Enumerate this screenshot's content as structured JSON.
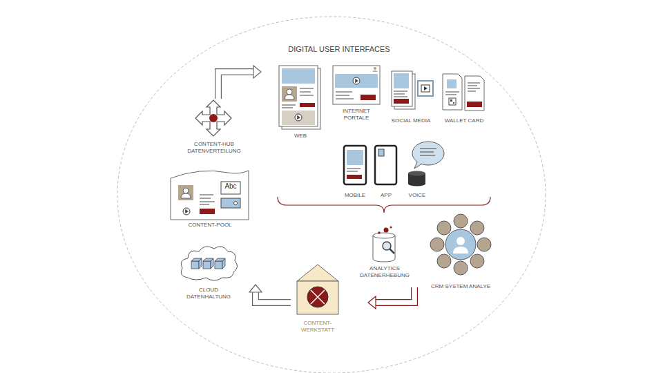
{
  "diagram": {
    "title": "DIGITAL USER INTERFACES",
    "nodes": [
      {
        "text": [
          "CONTENT-HUB DATENVERTEILUNG"
        ]
      },
      {
        "text": [
          "WEB"
        ]
      },
      {
        "text": [
          "INTERNET PORTALE"
        ]
      },
      {
        "text": [
          "SOCIAL MEDIA"
        ]
      },
      {
        "text": [
          "WALLET CARD"
        ]
      },
      {
        "text": [
          "MOBILE"
        ]
      },
      {
        "text": [
          "APP"
        ]
      },
      {
        "text": [
          "VOICE"
        ]
      },
      {
        "text": [
          "Abc",
          "CONTENT-POOL"
        ]
      },
      {
        "text": [
          "CLOUD DATENHALTUNG"
        ]
      },
      {
        "text": [
          "CONTENT- WERKSTATT"
        ]
      },
      {
        "text": [
          "ANALYTICS DATENERHEBUNG"
        ]
      },
      {
        "text": [
          "CRM SYSTEM ANALYE"
        ]
      }
    ],
    "edges": [
      {
        "from": 0,
        "to": 1,
        "arrow": "to"
      },
      {
        "from": 11,
        "to": 10,
        "arrow": "to"
      },
      {
        "from": 10,
        "to": 9,
        "arrow": "to"
      }
    ]
  }
}
